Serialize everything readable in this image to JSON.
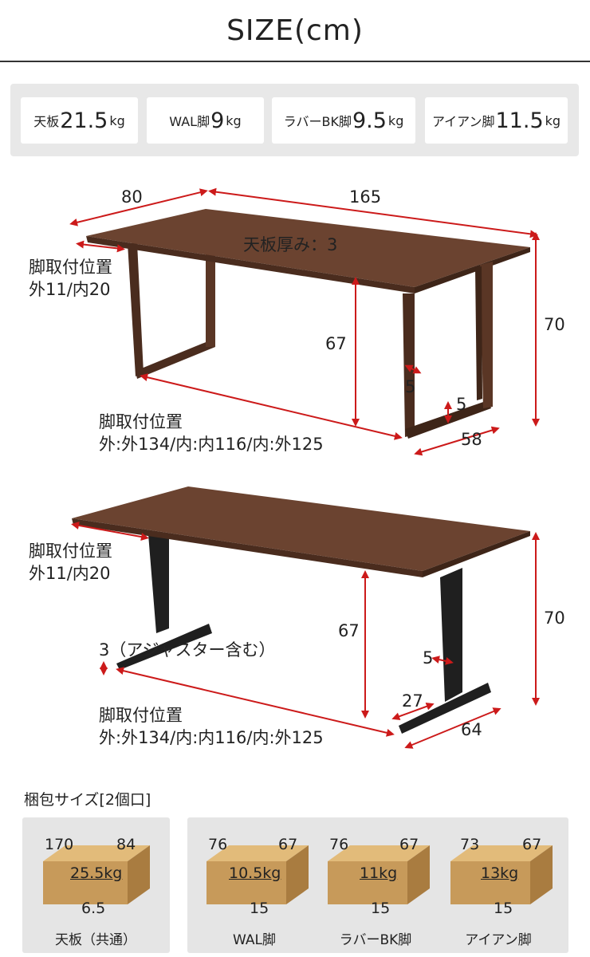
{
  "header": {
    "title": "SIZE(cm)"
  },
  "weights": [
    {
      "label": "天板",
      "value": "21.5",
      "unit": "kg"
    },
    {
      "label": "WAL脚",
      "value": "9",
      "unit": "kg"
    },
    {
      "label": "ラバーBK脚",
      "value": "9.5",
      "unit": "kg"
    },
    {
      "label": "アイアン脚",
      "value": "11.5",
      "unit": "kg"
    }
  ],
  "diagram1": {
    "depth": "80",
    "width": "165",
    "thickness": "天板厚み：3",
    "leg_pos_line1": "脚取付位置",
    "leg_pos_line2": "外11/内20",
    "inner_height": "67",
    "height": "70",
    "leg_thick_a": "5",
    "leg_thick_b": "5",
    "leg_depth": "58",
    "bottom_pos_line1": "脚取付位置",
    "bottom_pos_line2": "外:外134/内:内116/内:外125"
  },
  "diagram2": {
    "leg_pos_line1": "脚取付位置",
    "leg_pos_line2": "外11/内20",
    "height": "70",
    "inner_height": "67",
    "adjuster": "3（アジャスター含む）",
    "leg_thick": "5",
    "foot_width": "27",
    "foot_depth": "64",
    "bottom_pos_line1": "脚取付位置",
    "bottom_pos_line2": "外:外134/内:内116/内:外125"
  },
  "packaging": {
    "title": "梱包サイズ[2個口]",
    "boxes": [
      {
        "w": "170",
        "d": "84",
        "h": "6.5",
        "weight": "25.5kg",
        "caption": "天板（共通）"
      },
      {
        "w": "76",
        "d": "67",
        "h": "15",
        "weight": "10.5kg",
        "caption": "WAL脚"
      },
      {
        "w": "76",
        "d": "67",
        "h": "15",
        "weight": "11kg",
        "caption": "ラバーBK脚"
      },
      {
        "w": "73",
        "d": "67",
        "h": "15",
        "weight": "13kg",
        "caption": "アイアン脚"
      }
    ]
  },
  "colors": {
    "wood": "#6b4330",
    "wood_dark": "#4a2c1e",
    "iron": "#1f1f1f",
    "dimension": "#cc1a1a",
    "box": "#c79a5a"
  }
}
